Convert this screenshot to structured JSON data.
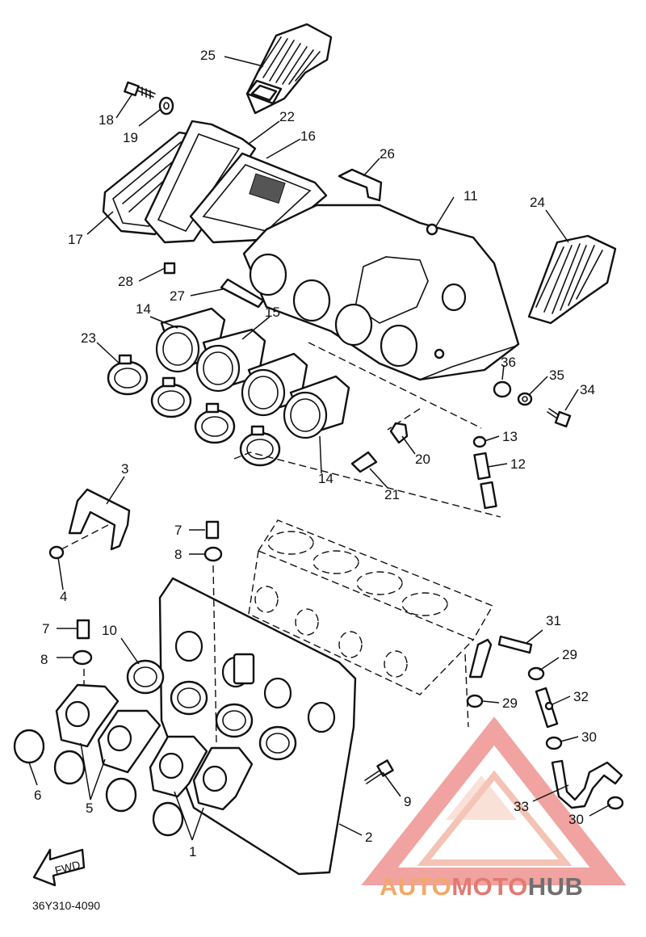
{
  "diagram_code": "36Y310-4090",
  "fwd_label": "FWD",
  "brand": {
    "part1": "AUTO",
    "part2": "MOTO",
    "part3": "HUB",
    "color_primary": "#f0a96b",
    "color_secondary": "#e27a72",
    "color_dark": "#707070"
  },
  "callouts": {
    "n1": "1",
    "n2": "2",
    "n3": "3",
    "n4": "4",
    "n5": "5",
    "n6": "6",
    "n7a": "7",
    "n7b": "7",
    "n8a": "8",
    "n8b": "8",
    "n9": "9",
    "n10": "10",
    "n11": "11",
    "n12": "12",
    "n13": "13",
    "n14a": "14",
    "n14b": "14",
    "n15": "15",
    "n16": "16",
    "n17": "17",
    "n18": "18",
    "n19": "19",
    "n20": "20",
    "n21": "21",
    "n22": "22",
    "n23": "23",
    "n24": "24",
    "n25": "25",
    "n26": "26",
    "n27": "27",
    "n28": "28",
    "n29a": "29",
    "n29b": "29",
    "n30a": "30",
    "n30b": "30",
    "n31": "31",
    "n32": "32",
    "n33": "33",
    "n34": "34",
    "n35": "35",
    "n36": "36"
  }
}
